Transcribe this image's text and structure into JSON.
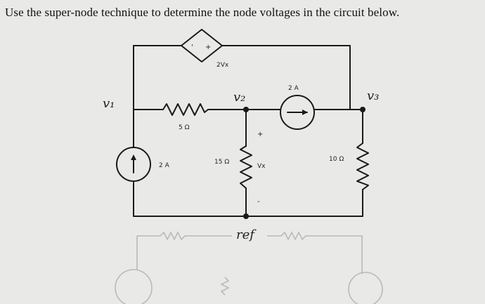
{
  "question": "Use the super-node technique to determine the node voltages in the circuit below.",
  "circuit": {
    "dependent_source": {
      "label": "2Vx",
      "plus": "+",
      "minus": "'"
    },
    "current_source_top": {
      "label": "2 A"
    },
    "current_source_left": {
      "label": "2 A"
    },
    "resistors": [
      {
        "id": "r1",
        "label": "5 Ω"
      },
      {
        "id": "r2",
        "label": "15 Ω"
      },
      {
        "id": "r3",
        "label": "10 Ω"
      }
    ],
    "vx": {
      "label": "Vx",
      "plus": "+",
      "minus": "-"
    },
    "handwritten": {
      "v1": "v₁",
      "v2": "v₂",
      "v3": "v₃",
      "ref": "ref"
    }
  }
}
